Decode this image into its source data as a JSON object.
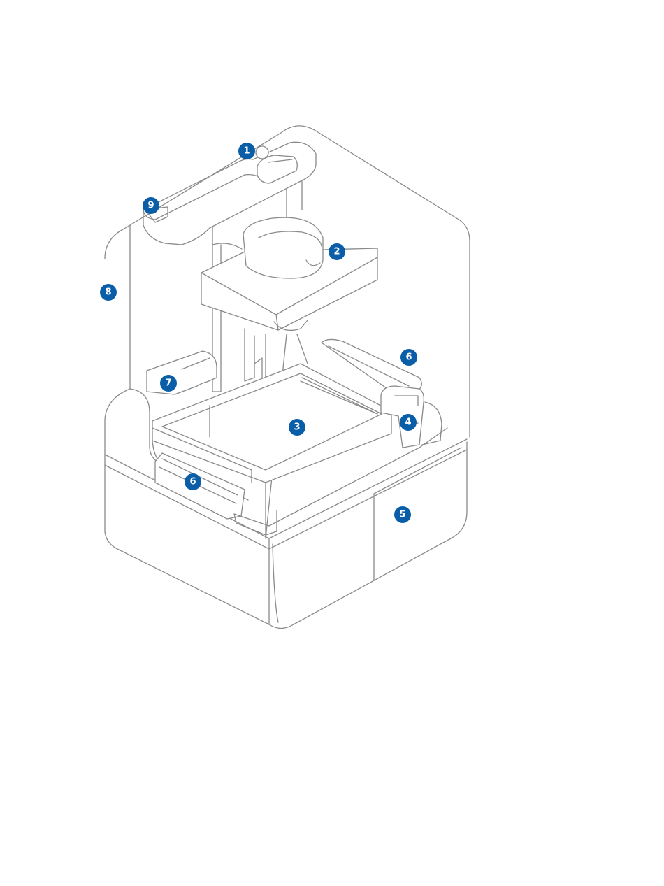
{
  "colors": {
    "callout": "#0a5ea8",
    "outline": "#8a8a8a"
  },
  "callouts": [
    {
      "id": "c1",
      "label": "1"
    },
    {
      "id": "c2",
      "label": "2"
    },
    {
      "id": "c3",
      "label": "3"
    },
    {
      "id": "c4",
      "label": "4"
    },
    {
      "id": "c5",
      "label": "5"
    },
    {
      "id": "c6a",
      "label": "6"
    },
    {
      "id": "c6b",
      "label": "6"
    },
    {
      "id": "c7",
      "label": "7"
    },
    {
      "id": "c8",
      "label": "8"
    },
    {
      "id": "c9",
      "label": "9"
    }
  ]
}
